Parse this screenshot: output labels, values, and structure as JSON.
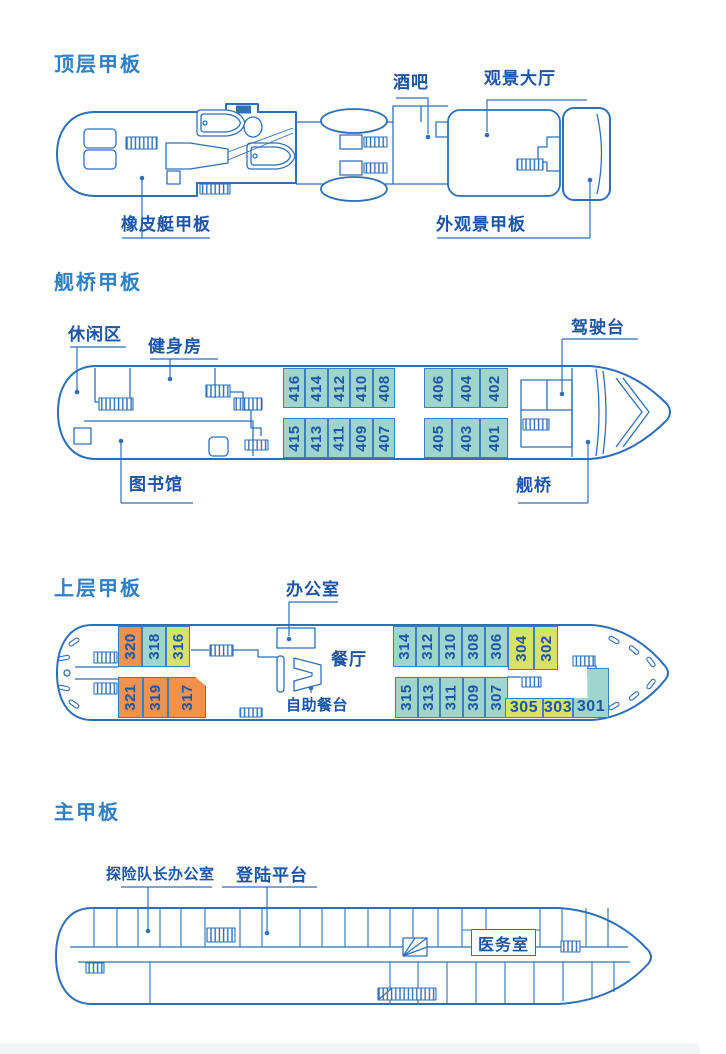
{
  "page": {
    "background": "#ffffff"
  },
  "colors": {
    "line": "#2e6fb8",
    "title_text": "#2e7fc6",
    "label_text": "#1c55a6",
    "cabin_border": "#3c80c2",
    "cabin_number": "#1d55a5",
    "cabin_palette": {
      "teal": "#9ed5cc",
      "orange": "#f0914e",
      "yellow": "#d7e26a"
    }
  },
  "decks": [
    {
      "title": "顶层甲板",
      "labels": {
        "bar": "酒吧",
        "lounge": "观景大厅",
        "zodiac_deck": "橡皮艇甲板",
        "outer_deck": "外观景甲板"
      }
    },
    {
      "title": "舰桥甲板",
      "labels": {
        "leisure": "休闲区",
        "gym": "健身房",
        "wheelhouse": "驾驶台",
        "library": "图书馆",
        "bridge": "舰桥"
      },
      "cabins": {
        "top_aft": [
          {
            "num": "416",
            "color": "teal"
          },
          {
            "num": "414",
            "color": "teal"
          },
          {
            "num": "412",
            "color": "teal"
          },
          {
            "num": "410",
            "color": "teal"
          },
          {
            "num": "408",
            "color": "teal"
          }
        ],
        "top_fwd": [
          {
            "num": "406",
            "color": "teal"
          },
          {
            "num": "404",
            "color": "teal"
          },
          {
            "num": "402",
            "color": "teal"
          }
        ],
        "bottom_aft": [
          {
            "num": "415",
            "color": "teal"
          },
          {
            "num": "413",
            "color": "teal"
          },
          {
            "num": "411",
            "color": "teal"
          },
          {
            "num": "409",
            "color": "teal"
          },
          {
            "num": "407",
            "color": "teal"
          }
        ],
        "bottom_fwd": [
          {
            "num": "405",
            "color": "teal"
          },
          {
            "num": "403",
            "color": "teal"
          },
          {
            "num": "401",
            "color": "teal"
          }
        ]
      }
    },
    {
      "title": "上层甲板",
      "labels": {
        "office": "办公室",
        "restaurant": "餐厅",
        "buffet": "自助餐台"
      },
      "cabins": {
        "top_aft": [
          {
            "num": "320",
            "color": "orange"
          },
          {
            "num": "318",
            "color": "teal"
          },
          {
            "num": "316",
            "color": "yellow"
          }
        ],
        "bottom_aft": [
          {
            "num": "321",
            "color": "orange"
          },
          {
            "num": "319",
            "color": "orange"
          },
          {
            "num": "317",
            "color": "orange"
          }
        ],
        "top_fwd": [
          {
            "num": "314",
            "color": "teal"
          },
          {
            "num": "312",
            "color": "teal"
          },
          {
            "num": "310",
            "color": "teal"
          },
          {
            "num": "308",
            "color": "teal"
          },
          {
            "num": "306",
            "color": "teal"
          },
          {
            "num": "304",
            "color": "yellow"
          },
          {
            "num": "302",
            "color": "yellow"
          }
        ],
        "bottom_fwd": [
          {
            "num": "315",
            "color": "teal"
          },
          {
            "num": "313",
            "color": "teal"
          },
          {
            "num": "311",
            "color": "teal"
          },
          {
            "num": "309",
            "color": "teal"
          },
          {
            "num": "307",
            "color": "teal"
          }
        ],
        "bottom_fwd_h": [
          {
            "num": "305",
            "color": "yellow"
          },
          {
            "num": "303",
            "color": "yellow"
          },
          {
            "num": "301",
            "color": "teal"
          }
        ]
      }
    },
    {
      "title": "主甲板",
      "labels": {
        "expedition_office": "探险队长办公室",
        "landing_platform": "登陆平台",
        "medical": "医务室"
      }
    }
  ]
}
